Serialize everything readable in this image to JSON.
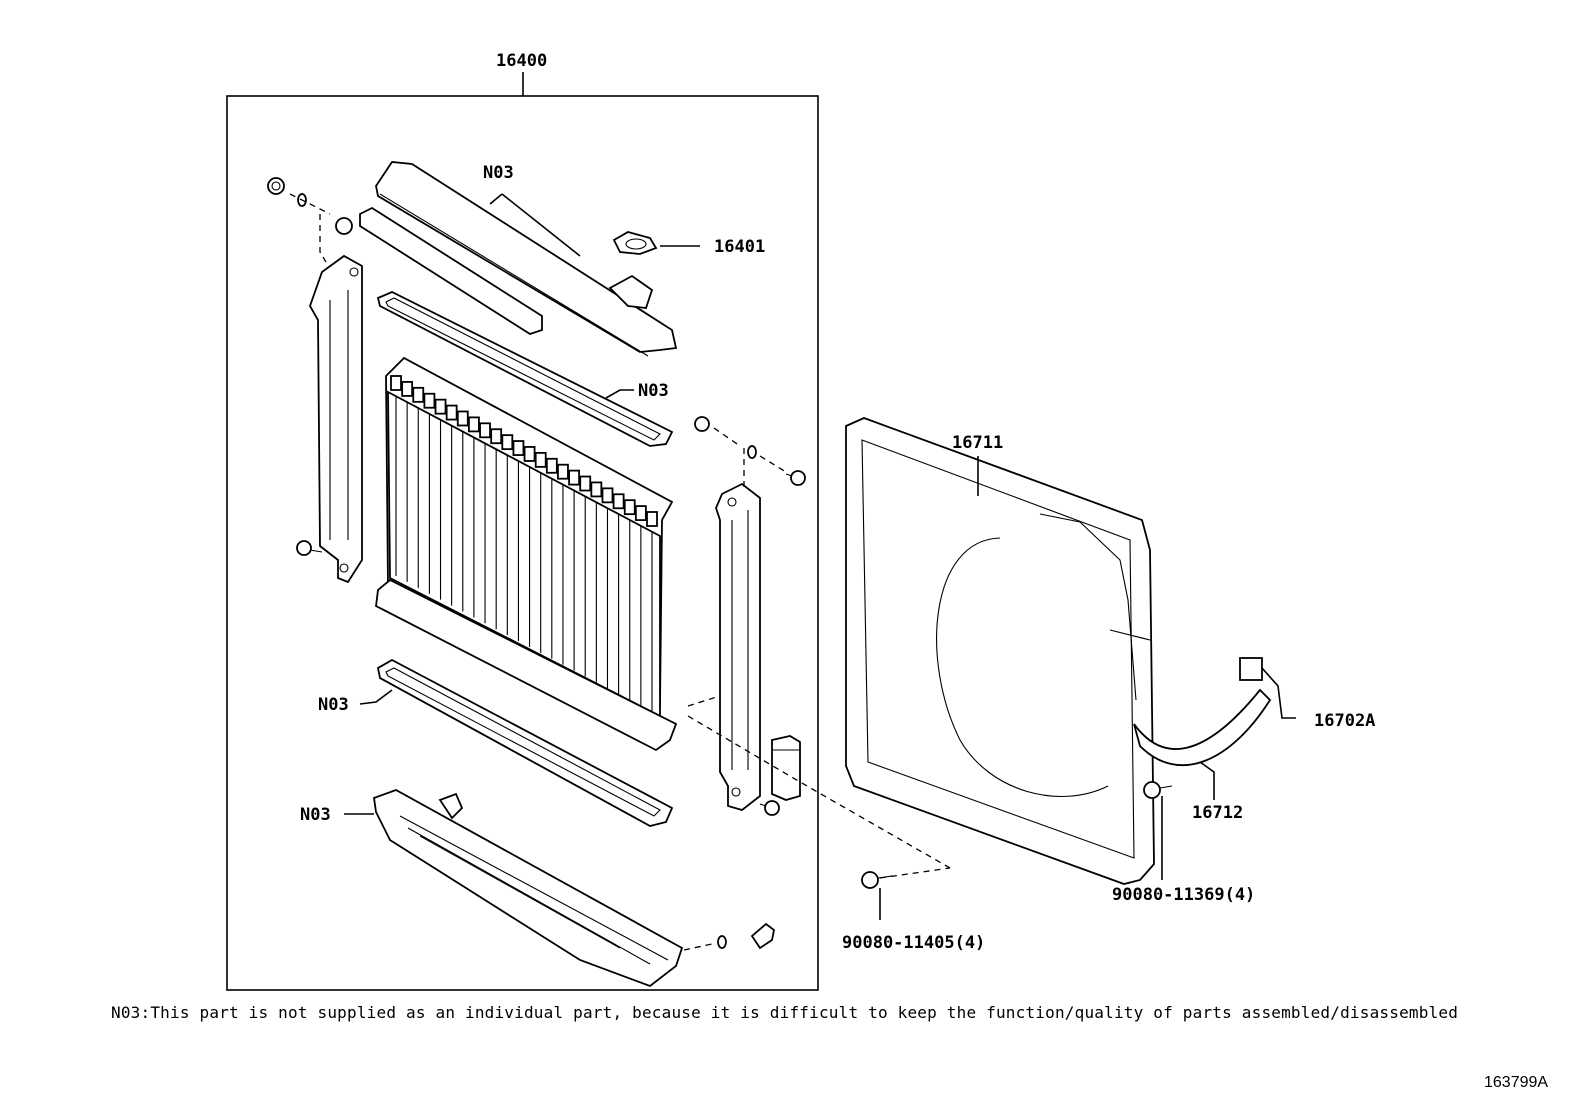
{
  "labels": {
    "assembly": "16400",
    "tank_top": "N03",
    "cap": "16401",
    "gasket_top": "N03",
    "gasket_bottom": "N03",
    "tank_bottom": "N03",
    "shroud": "16711",
    "fan_shroud_clip": "16702A",
    "shroud_lower": "16712",
    "bolt_shroud": "90080-11369(4)",
    "bolt_radiator": "90080-11405(4)"
  },
  "note": "N03:This part is not supplied as an individual part, because it is difficult to keep the function/quality of parts assembled/disassembled",
  "reference": "163799A"
}
